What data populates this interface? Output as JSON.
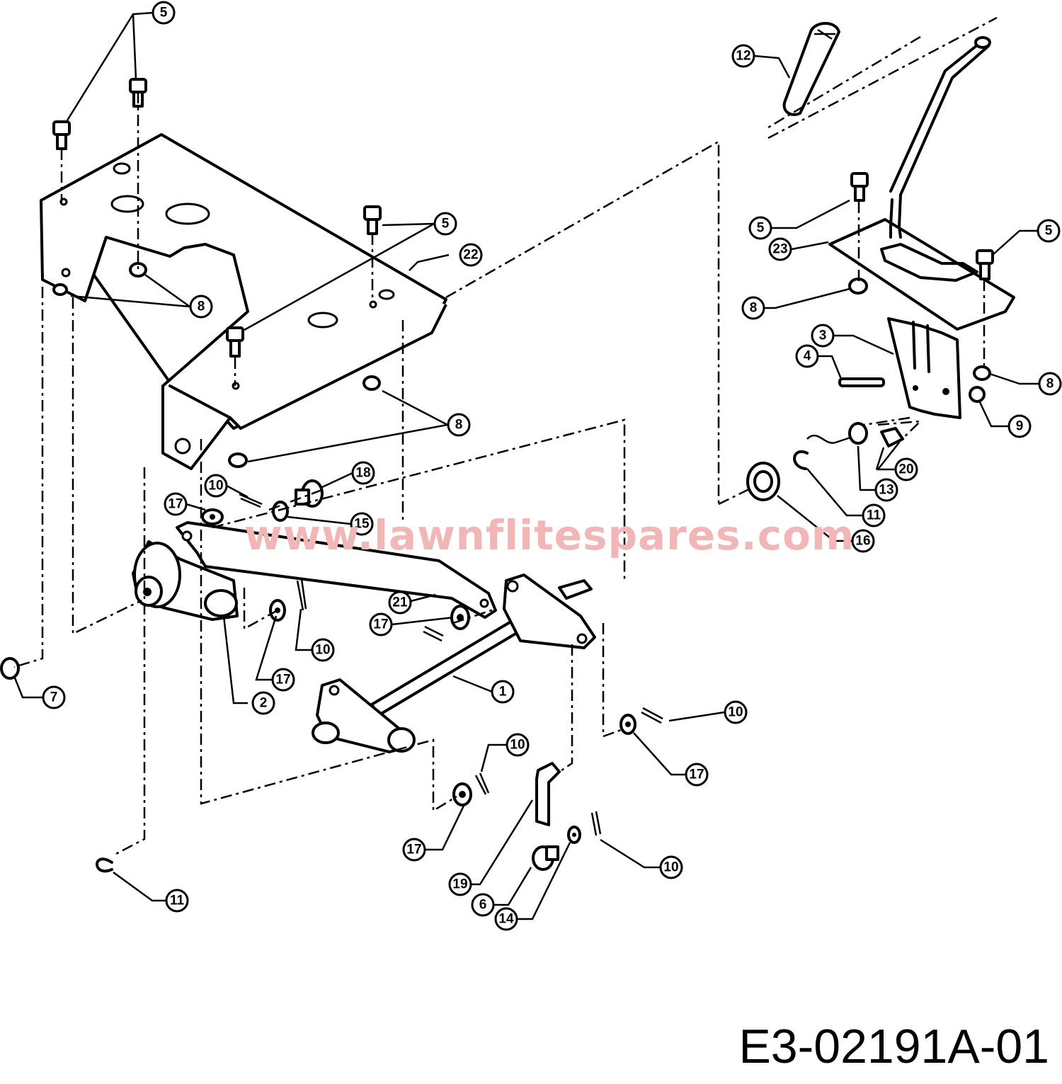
{
  "diagram": {
    "watermark": "www.lawnflitespares.com",
    "drawing_code": "E3-02191A-01",
    "callouts": [
      "5",
      "5",
      "5",
      "5",
      "8",
      "8",
      "8",
      "8",
      "8",
      "22",
      "23",
      "12",
      "3",
      "4",
      "9",
      "20",
      "13",
      "11",
      "16",
      "15",
      "18",
      "10",
      "10",
      "10",
      "10",
      "10",
      "17",
      "17",
      "17",
      "17",
      "17",
      "21",
      "1",
      "2",
      "7",
      "11",
      "19",
      "6",
      "14"
    ]
  }
}
